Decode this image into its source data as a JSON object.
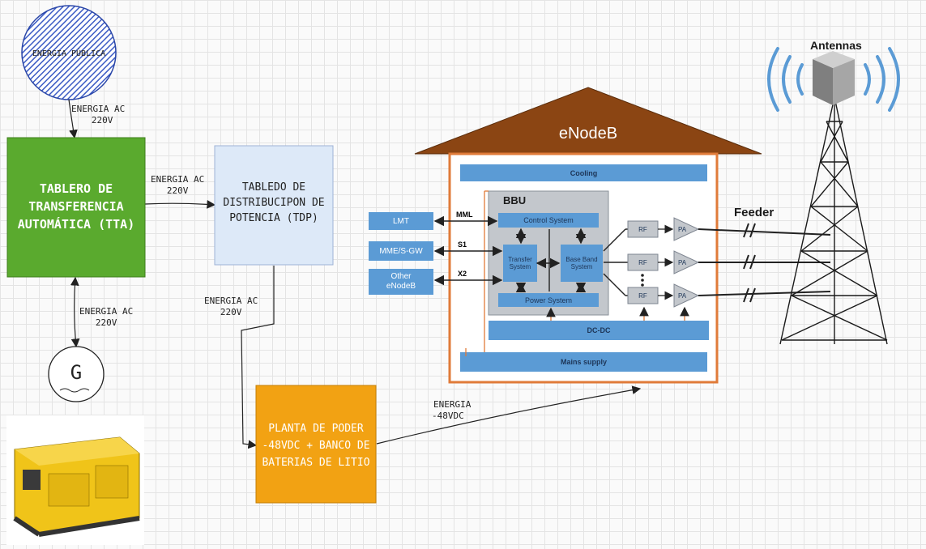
{
  "grid": {
    "background": "#fafafa",
    "lines": "#e4e4e4"
  },
  "energia_publica": {
    "label": "ENERGIA PÚBLICA",
    "color": "#3b5bc4"
  },
  "link_publica_tta": {
    "line1": "ENERGIA AC",
    "line2": "220V"
  },
  "tta": {
    "label": "TABLERO DE TRANSFERENCIA AUTOMÁTICA (TTA)",
    "color": "#5aaa2e"
  },
  "link_tta_tdp": {
    "line1": "ENERGIA AC",
    "line2": "220V"
  },
  "tdp": {
    "label": "TABLEDO DE DISTRIBUCIPON DE POTENCIA (TDP)",
    "color": "#dde9f8"
  },
  "link_tta_gen": {
    "line1": "ENERGIA AC",
    "line2": "220V"
  },
  "generator": {
    "label": "G"
  },
  "link_tdp_planta": {
    "line1": "ENERGIA AC",
    "line2": "220V"
  },
  "planta": {
    "label": "PLANTA DE PODER -48VDC + BANCO DE BATERIAS DE LITIO",
    "color": "#f2a213"
  },
  "link_planta_enodeb": {
    "line1": "ENERGIA",
    "line2": "-48VDC"
  },
  "enodeb": {
    "title": "eNodeB",
    "roof_color": "#8b4513",
    "frame_color": "#e07b39",
    "cooling": "Cooling",
    "bbu": "BBU",
    "control_system": "Control System",
    "transfer_system": "Transfer System",
    "base_band_system": "Base Band System",
    "power_system": "Power System",
    "dc_dc": "DC-DC",
    "mains_supply": "Mains supply",
    "rf": [
      "RF",
      "RF",
      "RF"
    ],
    "pa": [
      "PA",
      "PA",
      "PA"
    ],
    "ext": [
      "LMT",
      "MME/S-GW",
      "Other eNodeB"
    ],
    "interfaces": [
      "MML",
      "S1",
      "X2"
    ],
    "feeder": "Feeder",
    "antennas": "Antennas"
  }
}
